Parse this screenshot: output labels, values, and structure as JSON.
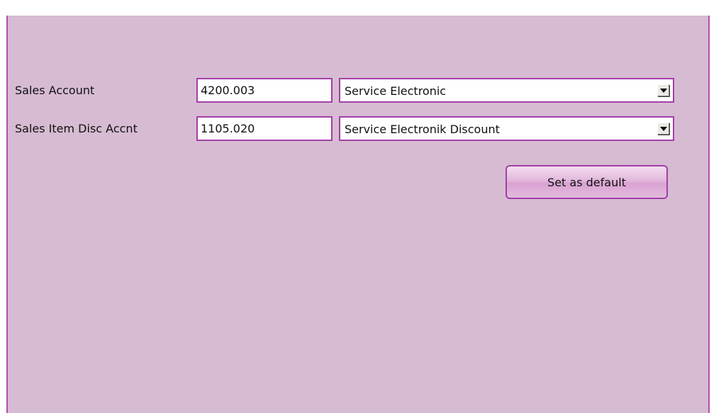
{
  "form": {
    "rows": [
      {
        "label": "Sales Account",
        "code": "4200.003",
        "account_name": "Service Electronic"
      },
      {
        "label": "Sales Item Disc Accnt",
        "code": "1105.020",
        "account_name": "Service Electronik Discount"
      }
    ],
    "default_button_label": "Set as default"
  },
  "icons": {
    "dropdown": "chevron-down-icon"
  },
  "colors": {
    "panel_background": "#d6bbd2",
    "accent_border": "#a43ea8"
  }
}
